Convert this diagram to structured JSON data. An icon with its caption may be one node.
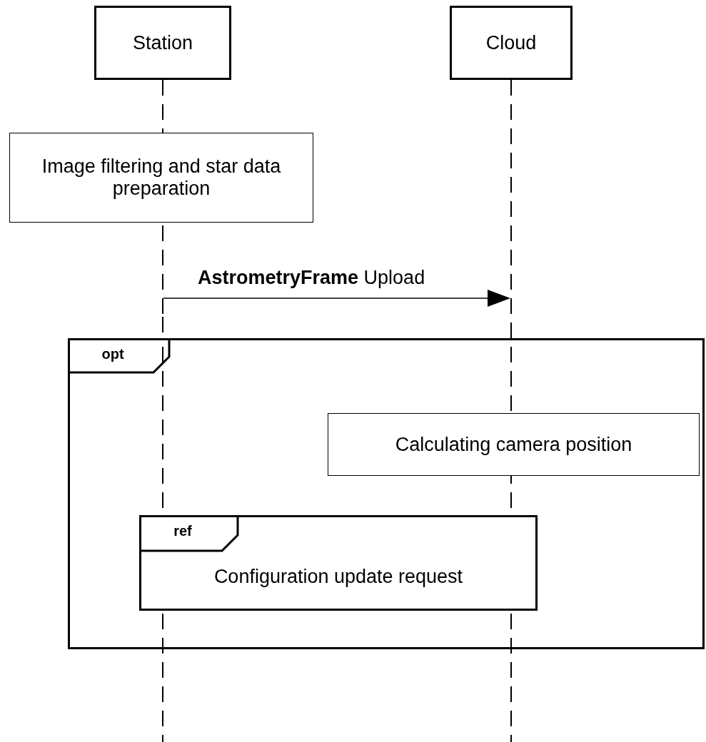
{
  "diagram": {
    "nodes": [
      {
        "text": [
          "Station"
        ]
      },
      {
        "text": [
          "Cloud"
        ]
      },
      {
        "text": [],
        "shape": "line"
      },
      {
        "text": [],
        "shape": "line"
      },
      {
        "text": [
          "Image filtering and star data preparation"
        ]
      },
      {
        "text": [
          "opt"
        ]
      },
      {
        "text": [
          "Calculating camera position"
        ],
        "in": 5
      },
      {
        "text": [
          "ref",
          "Configuration update request"
        ],
        "in": 5
      }
    ],
    "edges": [
      {
        "from": 0,
        "to": 4,
        "arrow": "none",
        "style": "dashed"
      },
      {
        "from": 2,
        "to": 3,
        "arrow": "to",
        "label": "**AstrometryFrame** Upload"
      }
    ]
  }
}
